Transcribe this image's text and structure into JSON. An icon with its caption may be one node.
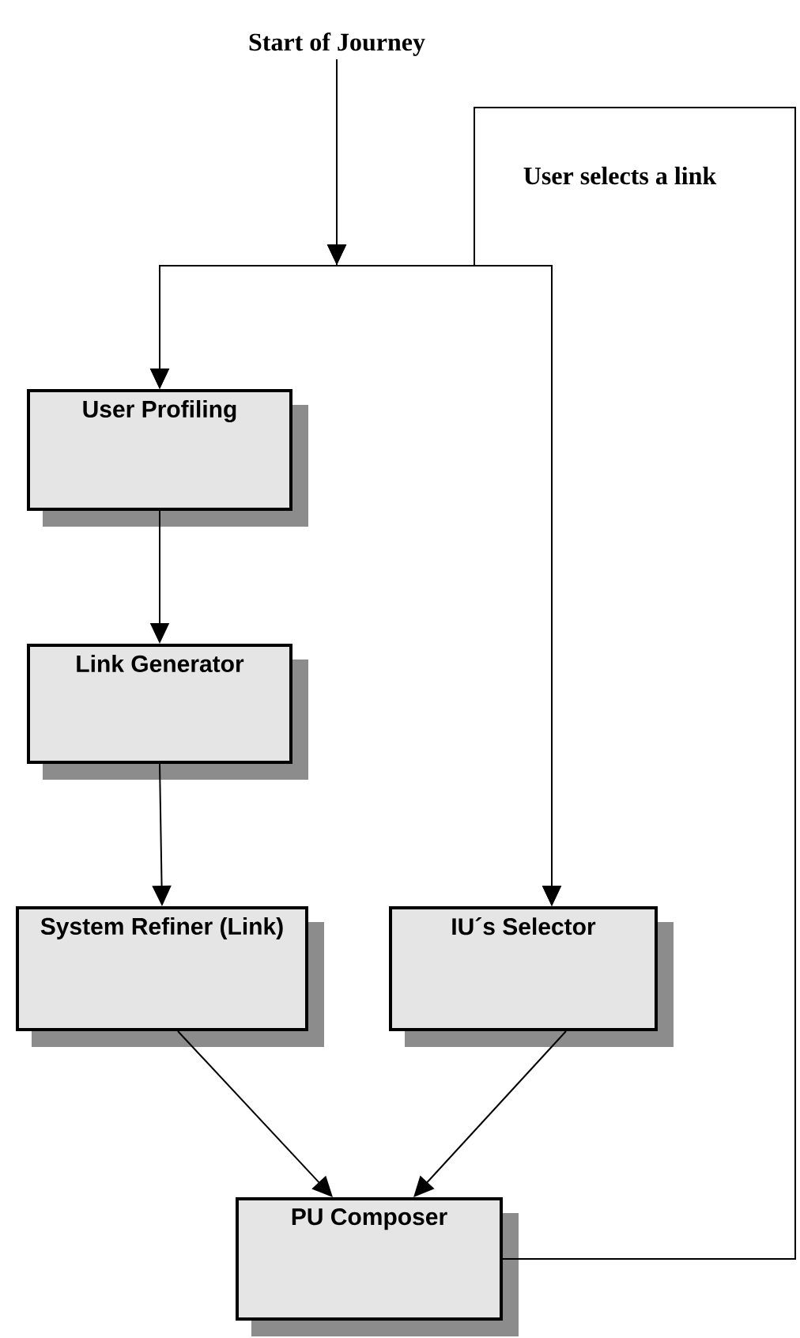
{
  "diagram": {
    "nodes": [
      {
        "text": [
          "Start of Journey"
        ]
      },
      {
        "text": [
          "User Profiling"
        ]
      },
      {
        "text": [
          "Link Generator"
        ]
      },
      {
        "text": [
          "System Refiner (Link)"
        ]
      },
      {
        "text": [
          "IU´s Selector"
        ]
      },
      {
        "text": [
          "PU Composer"
        ]
      }
    ],
    "edges": [
      {
        "from": 0,
        "to": 1,
        "arrow": "to"
      },
      {
        "from": 0,
        "to": 4,
        "arrow": "to"
      },
      {
        "from": 1,
        "to": 2,
        "arrow": "to"
      },
      {
        "from": 2,
        "to": 3,
        "arrow": "to"
      },
      {
        "from": 3,
        "to": 5,
        "arrow": "to"
      },
      {
        "from": 4,
        "to": 5,
        "arrow": "to"
      },
      {
        "from": 5,
        "to": 1,
        "arrow": "to",
        "label": "User selects a link"
      },
      {
        "from": 5,
        "to": 4,
        "arrow": "to"
      }
    ]
  }
}
